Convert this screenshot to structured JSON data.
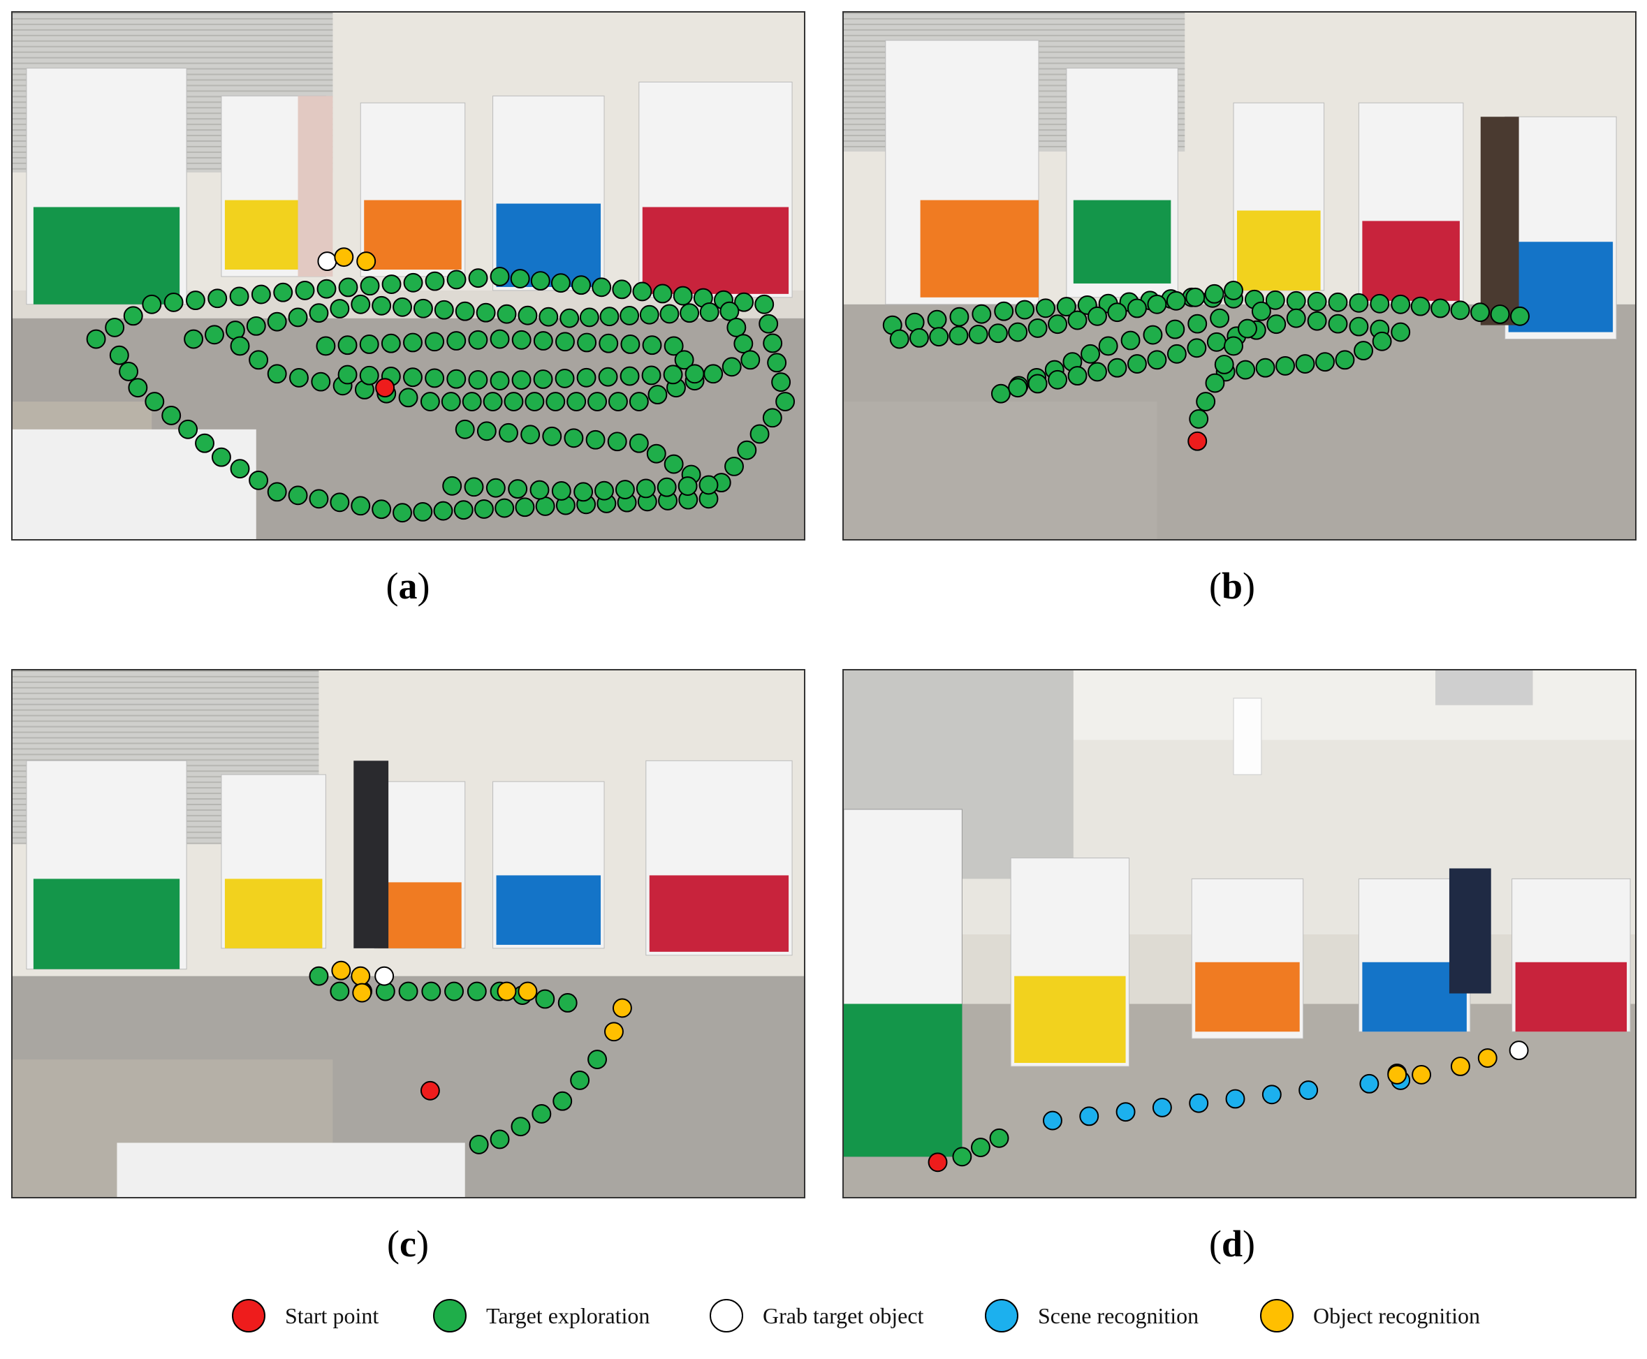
{
  "colors": {
    "start": "#ee1c1c",
    "exploration": "#1fae4a",
    "grab": "#ffffff",
    "scene": "#1cb0ee",
    "object": "#ffbf00"
  },
  "panels": [
    {
      "id": "a",
      "caption": "a"
    },
    {
      "id": "b",
      "caption": "b"
    },
    {
      "id": "c",
      "caption": "c"
    },
    {
      "id": "d",
      "caption": "d"
    }
  ],
  "legend": [
    {
      "key": "start",
      "label": "Start point"
    },
    {
      "key": "exploration",
      "label": "Target exploration"
    },
    {
      "key": "grab",
      "label": "Grab target object"
    },
    {
      "key": "scene",
      "label": "Scene recognition"
    },
    {
      "key": "object",
      "label": "Object recognition"
    }
  ]
}
